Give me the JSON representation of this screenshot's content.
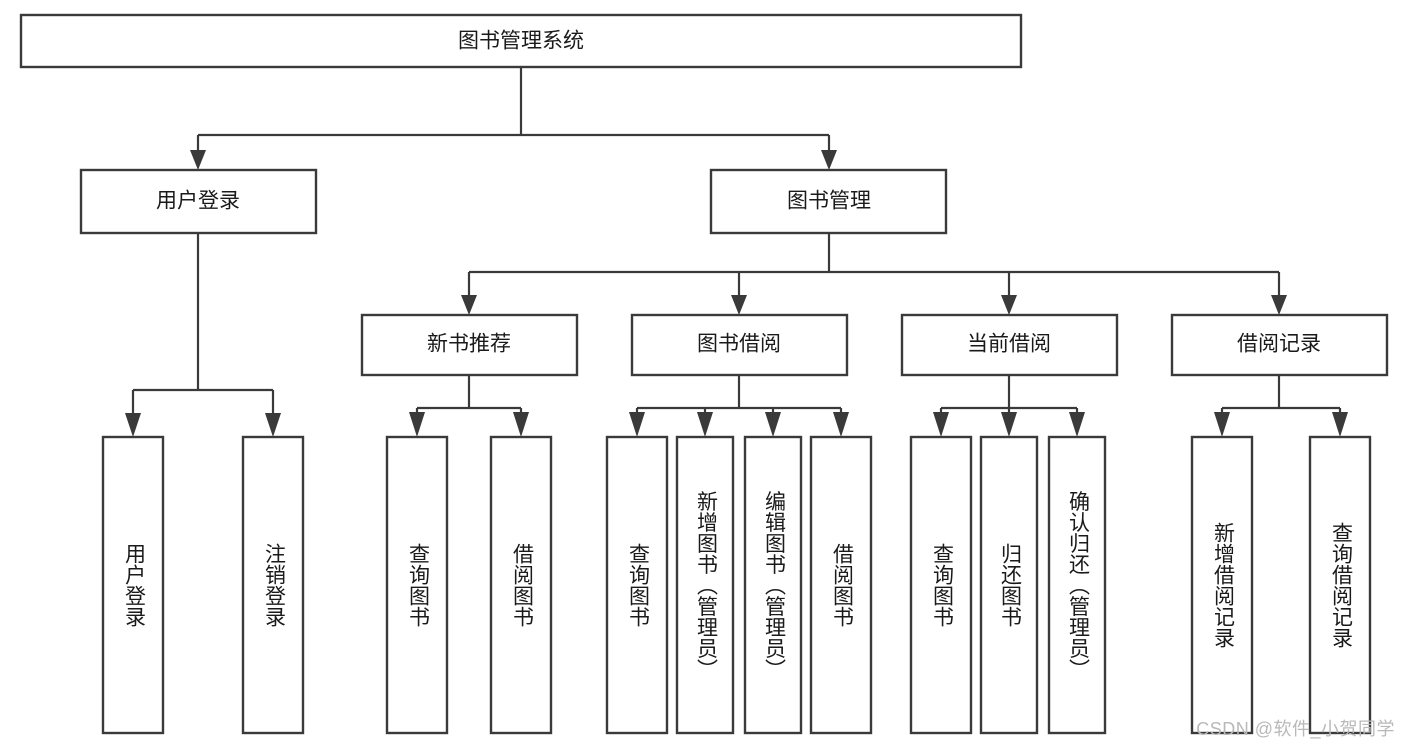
{
  "diagram": {
    "type": "tree",
    "title": "图书管理系统",
    "watermark": "CSDN @软件_小贺同学",
    "colors": {
      "background": "#ffffff",
      "stroke": "#3a3a3a",
      "text": "#1a1a1a",
      "watermark": "#b9b9b9"
    },
    "levels": {
      "root": {
        "label": "图书管理系统"
      },
      "level2": [
        {
          "id": "user-login",
          "label": "用户登录"
        },
        {
          "id": "book-manage",
          "label": "图书管理"
        }
      ],
      "level3": [
        {
          "id": "new-book-recommend",
          "label": "新书推荐",
          "parent": "book-manage"
        },
        {
          "id": "book-borrow",
          "label": "图书借阅",
          "parent": "book-manage"
        },
        {
          "id": "current-borrow",
          "label": "当前借阅",
          "parent": "book-manage"
        },
        {
          "id": "borrow-record",
          "label": "借阅记录",
          "parent": "book-manage"
        }
      ],
      "leaves": [
        {
          "id": "leaf-user-login",
          "label": "用户登录",
          "parent": "user-login"
        },
        {
          "id": "leaf-logout",
          "label": "注销登录",
          "parent": "user-login"
        },
        {
          "id": "leaf-query-book-1",
          "label": "查询图书",
          "parent": "new-book-recommend"
        },
        {
          "id": "leaf-borrow-book-1",
          "label": "借阅图书",
          "parent": "new-book-recommend"
        },
        {
          "id": "leaf-query-book-2",
          "label": "查询图书",
          "parent": "book-borrow"
        },
        {
          "id": "leaf-add-book",
          "label": "新增图书（管理员）",
          "parent": "book-borrow"
        },
        {
          "id": "leaf-edit-book",
          "label": "编辑图书（管理员）",
          "parent": "book-borrow"
        },
        {
          "id": "leaf-borrow-book-2",
          "label": "借阅图书",
          "parent": "book-borrow"
        },
        {
          "id": "leaf-query-book-3",
          "label": "查询图书",
          "parent": "current-borrow"
        },
        {
          "id": "leaf-return-book",
          "label": "归还图书",
          "parent": "current-borrow"
        },
        {
          "id": "leaf-confirm-return",
          "label": "确认归还（管理员）",
          "parent": "current-borrow"
        },
        {
          "id": "leaf-add-record",
          "label": "新增借阅记录",
          "parent": "borrow-record"
        },
        {
          "id": "leaf-query-record",
          "label": "查询借阅记录",
          "parent": "borrow-record"
        }
      ]
    }
  }
}
